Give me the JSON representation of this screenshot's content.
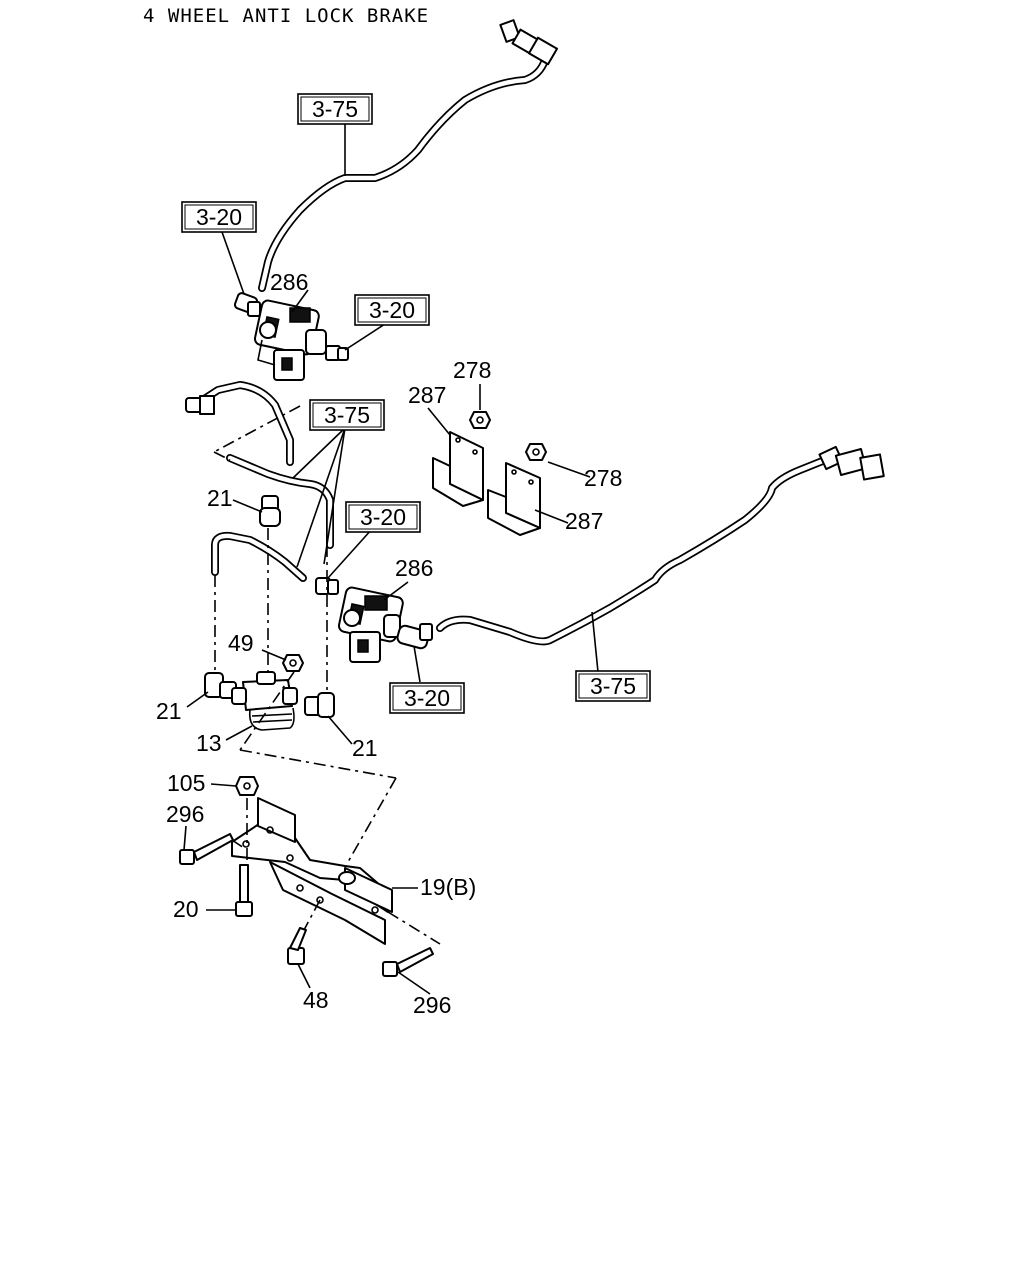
{
  "title": "4 WHEEL ANTI LOCK BRAKE",
  "refs": {
    "r1": "3-75",
    "r2": "3-20",
    "r3": "3-20",
    "r4": "3-75",
    "r5": "3-20",
    "r6": "3-20",
    "r7": "3-75"
  },
  "labels": {
    "l286a": "286",
    "l278a": "278",
    "l287a": "287",
    "l278b": "278",
    "l287b": "287",
    "l21a": "21",
    "l286b": "286",
    "l49": "49",
    "l21b": "21",
    "l13": "13",
    "l21c": "21",
    "l105": "105",
    "l296a": "296",
    "l19b": "19(B)",
    "l20": "20",
    "l48": "48",
    "l296b": "296"
  }
}
